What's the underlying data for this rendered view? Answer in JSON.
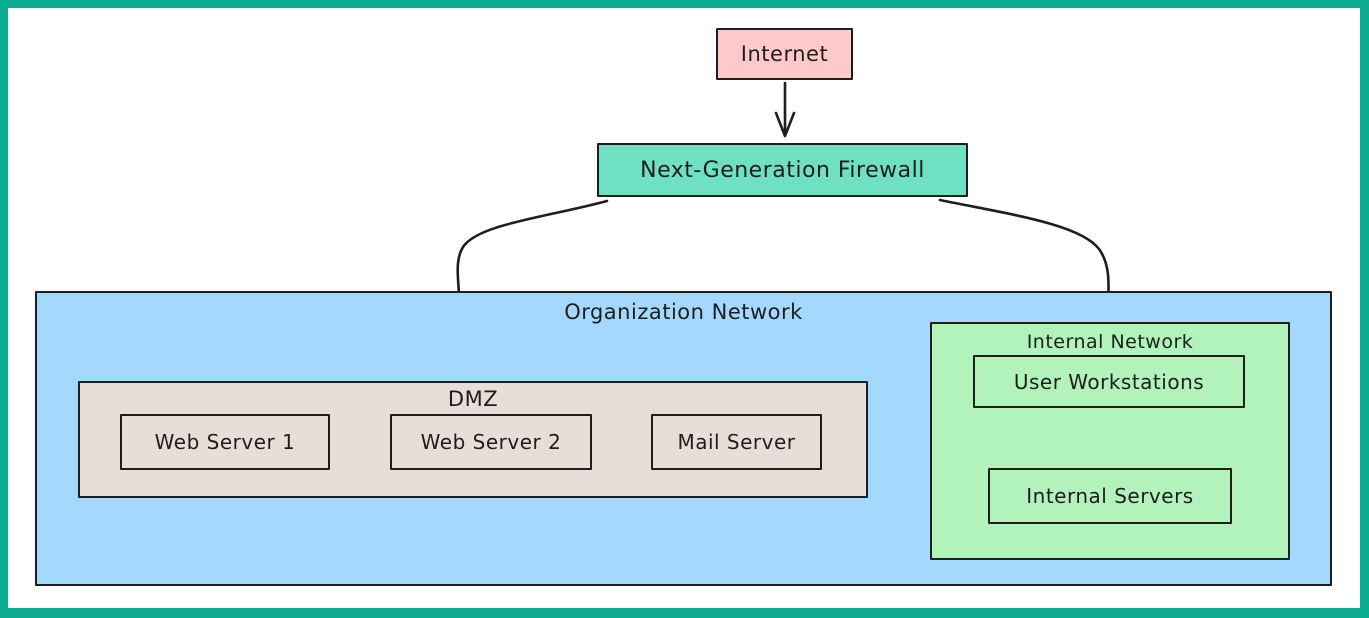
{
  "diagram": {
    "type": "network-architecture",
    "nodes": {
      "internet": "Internet",
      "firewall": "Next-Generation Firewall",
      "org_network": "Organization Network",
      "dmz": "DMZ",
      "web_server_1": "Web Server 1",
      "web_server_2": "Web Server 2",
      "mail_server": "Mail Server",
      "internal_network": "Internal Network",
      "user_workstations": "User Workstations",
      "internal_servers": "Internal Servers"
    },
    "edges": [
      {
        "from": "Internet",
        "to": "Next-Generation Firewall",
        "style": "straight-arrow"
      },
      {
        "from": "Next-Generation Firewall",
        "to": "DMZ",
        "style": "curved-arrow"
      },
      {
        "from": "Next-Generation Firewall",
        "to": "Internal Network",
        "style": "curved-arrow"
      },
      {
        "from": "User Workstations",
        "to": "Internal Servers",
        "style": "straight-arrow"
      }
    ],
    "colors": {
      "frame": "#0bab92",
      "canvas": "#ffffff",
      "stroke": "#1e1e1e",
      "internet-fill": "#ffc9c9",
      "firewall-fill": "#6fe0c2",
      "org-fill": "#a5d8ff",
      "dmz-fill": "#e9ded7",
      "internal-fill": "#b2f2bb"
    }
  }
}
